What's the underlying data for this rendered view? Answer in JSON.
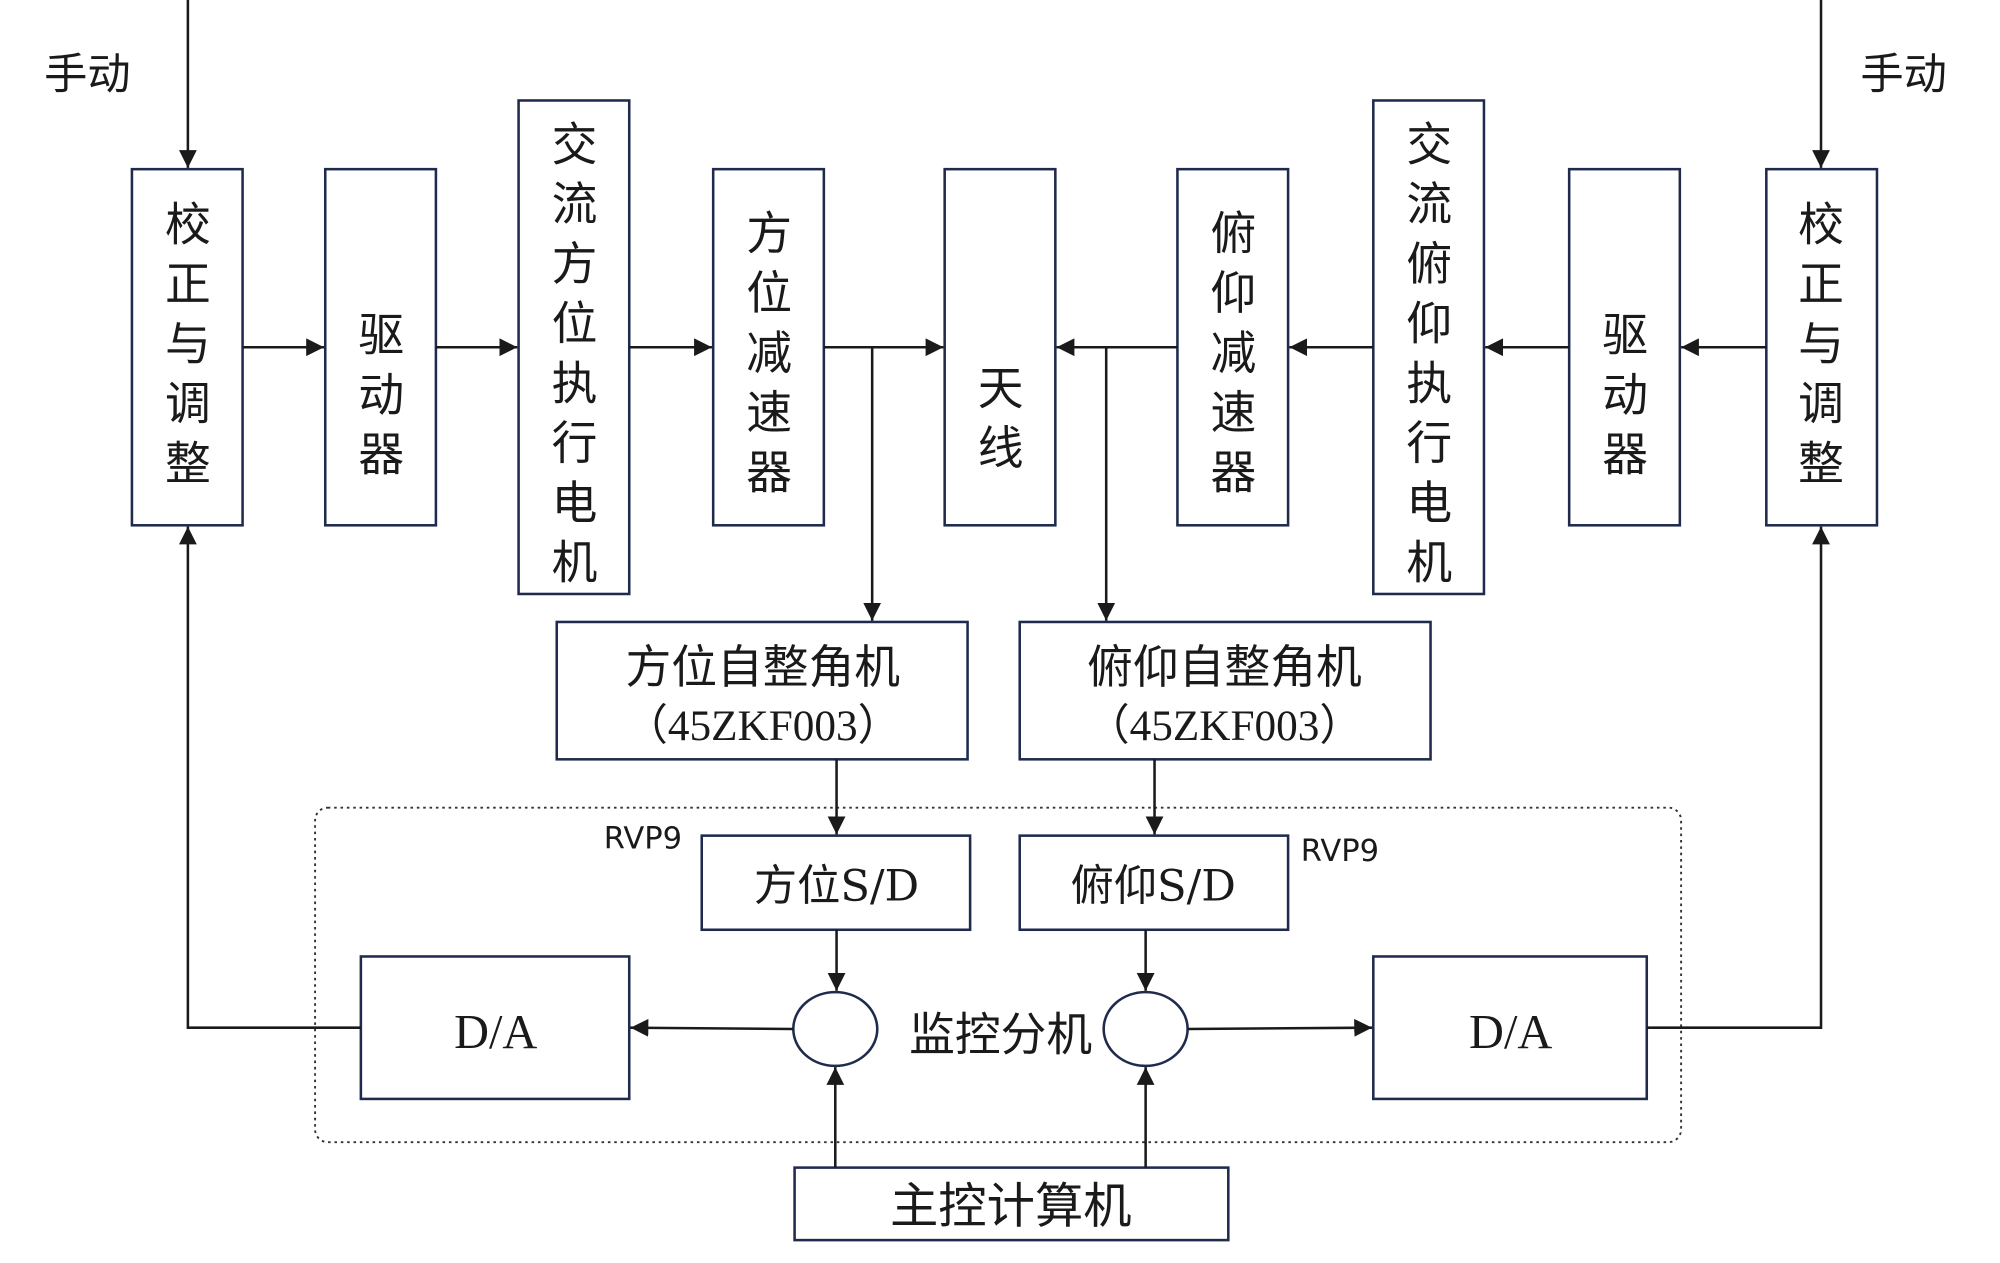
{
  "labels": {
    "manual_left": "手动",
    "manual_right": "手动",
    "calib_left": "校正与调整",
    "driver_left": "驱动器",
    "ac_az_motor": "交流方位执行电机",
    "az_reducer": "方位减速器",
    "antenna": "天线",
    "el_reducer": "俯仰减速器",
    "ac_el_motor": "交流俯仰执行电机",
    "driver_right": "驱动器",
    "calib_right": "校正与调整",
    "az_synchro": "方位自整角机",
    "az_synchro_model": "（45ZKF003）",
    "el_synchro": "俯仰自整角机",
    "el_synchro_model": "（45ZKF003）",
    "rvp9_left": "RVP9",
    "rvp9_right": "RVP9",
    "az_sd": "方位S/D",
    "el_sd": "俯仰S/D",
    "da_left": "D/A",
    "da_right": "D/A",
    "monitor_sub": "监控分机",
    "main_computer": "主控计算机"
  }
}
